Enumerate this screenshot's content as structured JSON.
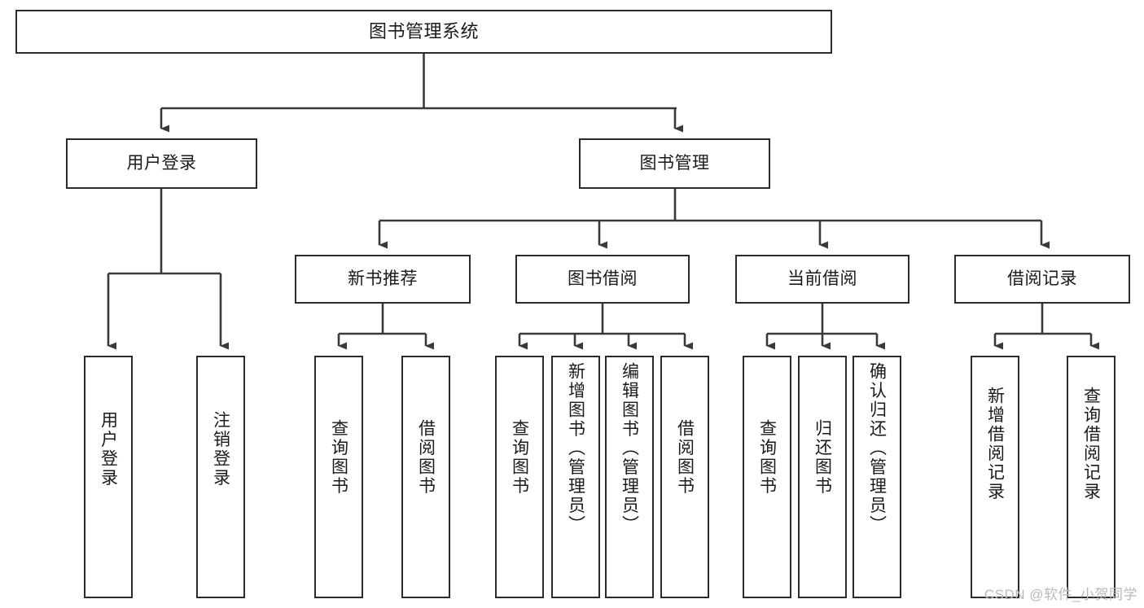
{
  "diagram": {
    "type": "tree",
    "title": "图书管理系统",
    "watermark": "CSDN @软件_小贺同学",
    "colors": {
      "box_border": "#2b2b2b",
      "box_fill": "#ffffff",
      "edge": "#3a3a3a",
      "text": "#1a1a1a",
      "watermark": "#b9b9b9",
      "background": "#ffffff"
    },
    "nodes": {
      "root": {
        "label": "图书管理系统"
      },
      "level2": [
        {
          "label": "用户登录"
        },
        {
          "label": "图书管理"
        }
      ],
      "level3": [
        {
          "label": "新书推荐"
        },
        {
          "label": "图书借阅"
        },
        {
          "label": "当前借阅"
        },
        {
          "label": "借阅记录"
        }
      ],
      "leaves": {
        "user_login": [
          {
            "label": "用户登录"
          },
          {
            "label": "注销登录"
          }
        ],
        "new_book_recommend": [
          {
            "label": "查询图书"
          },
          {
            "label": "借阅图书"
          }
        ],
        "book_borrow": [
          {
            "label": "查询图书"
          },
          {
            "label": "新增图书（管理员）"
          },
          {
            "label": "编辑图书（管理员）"
          },
          {
            "label": "借阅图书"
          }
        ],
        "current_borrow": [
          {
            "label": "查询图书"
          },
          {
            "label": "归还图书"
          },
          {
            "label": "确认归还（管理员）"
          }
        ],
        "borrow_record": [
          {
            "label": "新增借阅记录"
          },
          {
            "label": "查询借阅记录"
          }
        ]
      }
    }
  }
}
